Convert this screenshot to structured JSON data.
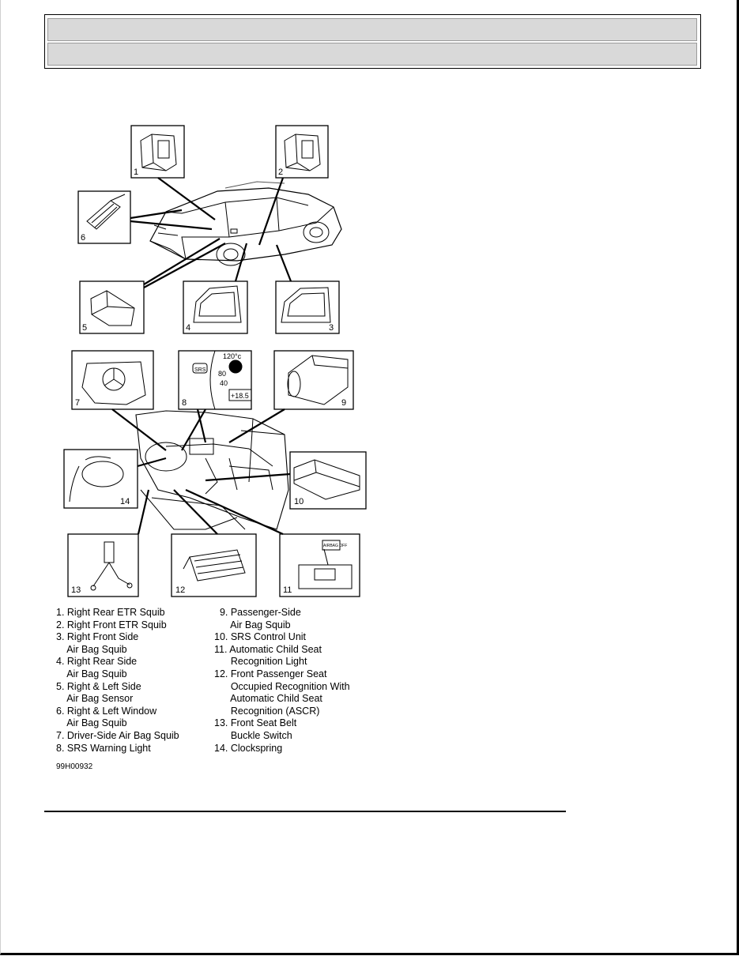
{
  "figure": {
    "callouts": [
      "1",
      "2",
      "3",
      "4",
      "5",
      "6",
      "7",
      "8",
      "9",
      "10",
      "11",
      "12",
      "13",
      "14"
    ],
    "gauge_labels": {
      "temp": "120°c",
      "g80": "80",
      "g40": "40",
      "readout": "+18.5",
      "srs": "SRS"
    },
    "switch_label": "AIRBAG OFF"
  },
  "legend": {
    "left": [
      "1. Right Rear ETR Squib",
      "2. Right Front ETR Squib",
      "3. Right Front Side",
      "    Air Bag Squib",
      "4. Right Rear Side",
      "    Air Bag Squib",
      "5. Right & Left Side",
      "    Air Bag Sensor",
      "6. Right & Left Window",
      "    Air Bag Squib",
      "7. Driver-Side Air Bag Squib",
      "8. SRS Warning Light"
    ],
    "right": [
      "  9. Passenger-Side",
      "      Air Bag Squib",
      "10. SRS Control Unit",
      "11. Automatic Child Seat",
      "      Recognition Light",
      "12. Front Passenger Seat",
      "      Occupied Recognition With",
      "      Automatic Child Seat",
      "      Recognition (ASCR)",
      "13. Front Seat Belt",
      "      Buckle Switch",
      "14. Clockspring"
    ]
  },
  "figure_code": "99H00932",
  "colors": {
    "header_bar": "#d9d9d9",
    "ink": "#000000"
  }
}
